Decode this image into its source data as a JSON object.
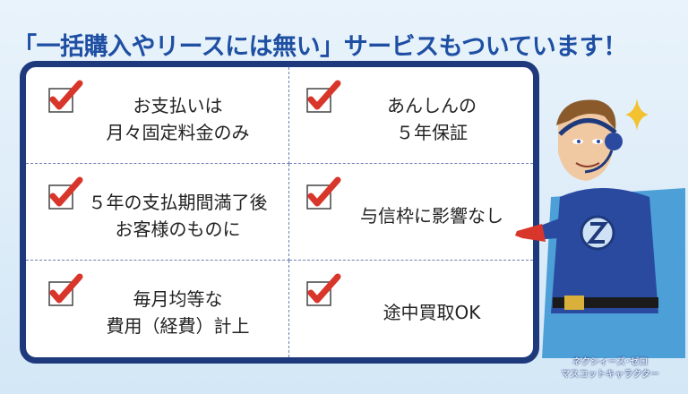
{
  "headline": "「一括購入やリースには無い」サービスもついています！",
  "features": [
    {
      "line1": "お支払いは",
      "line2": "月々固定料金のみ"
    },
    {
      "line1": "あんしんの",
      "line2": "５年保証"
    },
    {
      "line1": "５年の支払期間満了後",
      "line2": "お客様のものに"
    },
    {
      "line1": "与信枠に影響なし",
      "line2": ""
    },
    {
      "line1": "毎月均等な",
      "line2": "費用（経費）計上"
    },
    {
      "line1": "途中買取OK",
      "line2": ""
    }
  ],
  "mascot": {
    "caption_line1": "ネクシィーズ･ゼロ",
    "caption_line2": "マスコットキャラクター"
  },
  "colors": {
    "accent": "#1e4fa3",
    "border": "#1e3a7c",
    "check": "#d9362b"
  }
}
